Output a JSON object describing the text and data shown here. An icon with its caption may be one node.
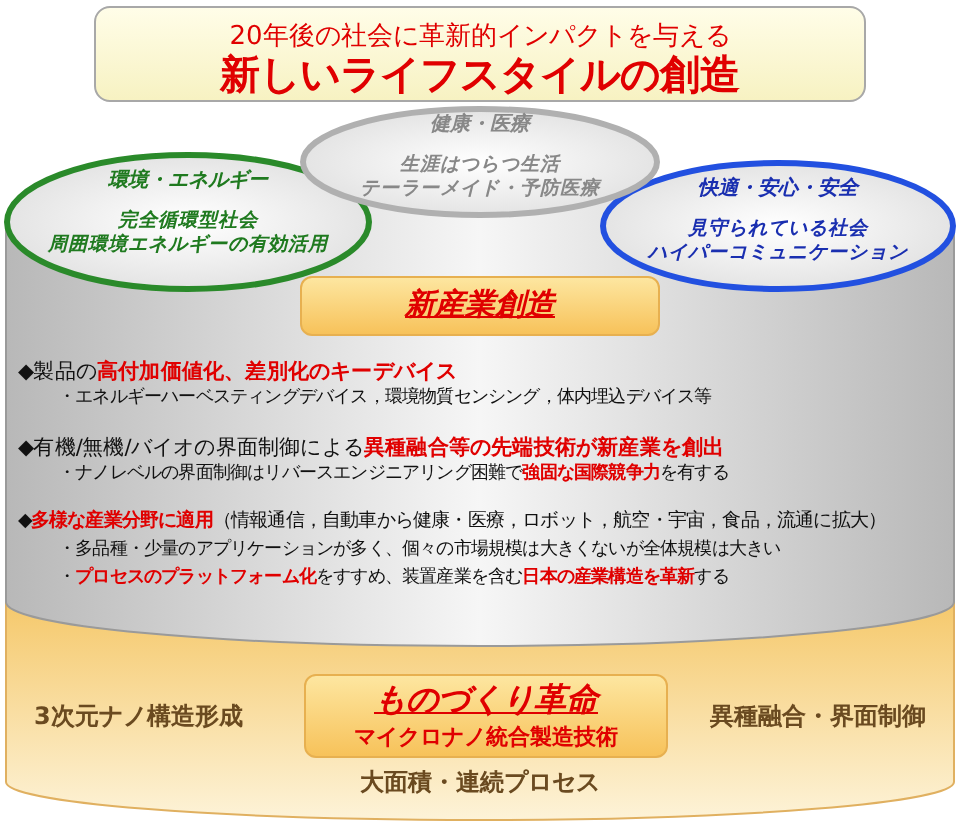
{
  "diagram": {
    "nodes": [
      {
        "text": [
          "20年後の社会に革新的インパクトを与える",
          "新しいライフスタイルの創造"
        ]
      },
      {
        "text": [
          "健康・医療",
          "生涯はつらつ生活",
          "テーラーメイド・予防医療"
        ]
      },
      {
        "text": [
          "環境・エネルギー",
          "完全循環型社会",
          "周囲環境エネルギーの有効活用"
        ]
      },
      {
        "text": [
          "快適・安心・安全",
          "見守られている社会",
          "ハイパーコミュニケーション"
        ]
      },
      {
        "text": [
          "◆製品の**高付加価値化、差別化のキーデバイス**",
          "・エネルギーハーベスティングデバイス，環境物質センシング，体内埋込デバイス等",
          "◆有機/無機/バイオの界面制御による**異種融合等の先端技術が新産業を創出**",
          "・ナノレベルの界面制御はリバースエンジニアリング困難で**強固な国際競争力**を有する",
          "◆**多様な産業分野に適用**（情報通信，自動車から健康・医療，ロボット，航空・宇宙，食品，流通に拡大）",
          "・多品種・少量のアプリケーションが多く、個々の市場規模は大きくないが全体規模は大きい",
          "・**プロセスのプラットフォーム化**をすすめ、装置産業を含む**日本の産業構造を革新**する"
        ]
      },
      {
        "text": [
          "新産業創造"
        ],
        "in": 4
      },
      {
        "text": [
          "3次元ナノ構造形成",
          "異種融合・界面制御",
          "大面積・連続プロセス"
        ]
      },
      {
        "text": [
          "ものづくり革命",
          "マイクロナノ統合製造技術"
        ],
        "in": 6
      }
    ]
  }
}
